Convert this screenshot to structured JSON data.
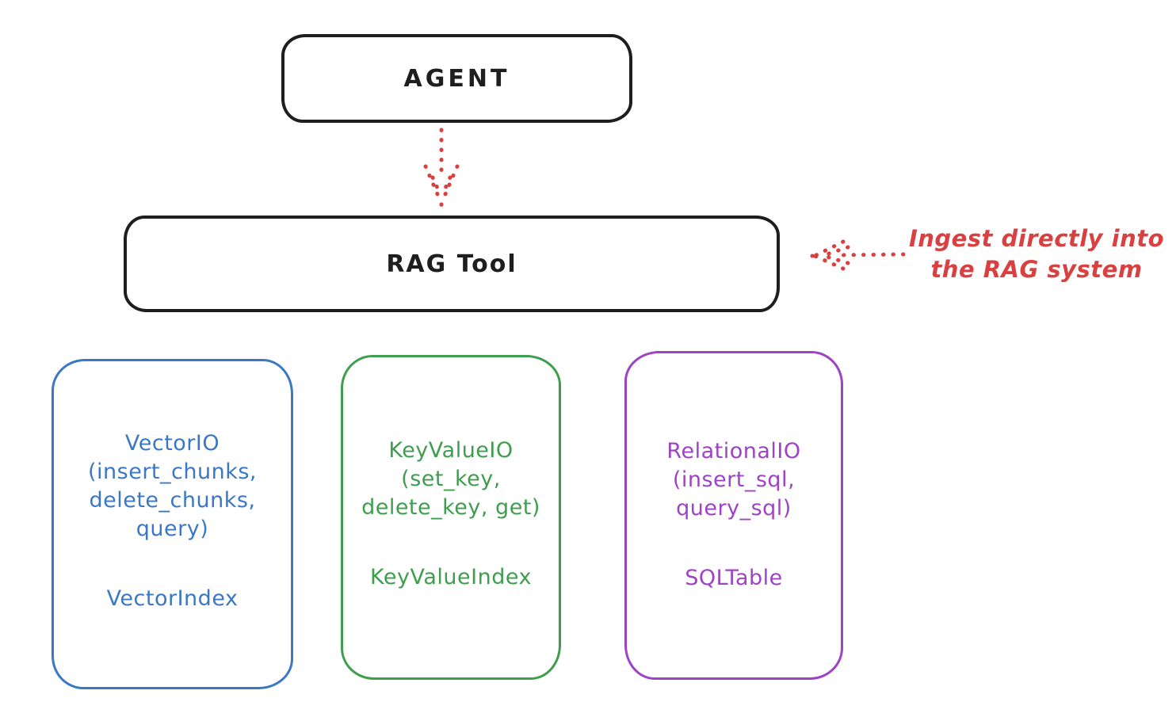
{
  "diagram": {
    "agent": {
      "label": "AGENT"
    },
    "rag_tool": {
      "label": "RAG Tool"
    },
    "annotation": {
      "line1": "Ingest directly into",
      "line2": "the RAG system"
    },
    "arrows": [
      {
        "name": "agent-to-rag-tool",
        "direction": "down",
        "style": "dotted"
      },
      {
        "name": "annotation-to-rag-tool",
        "direction": "left",
        "style": "dotted"
      }
    ],
    "backends": [
      {
        "io_text": "VectorIO\n(insert_chunks,\ndelete_chunks,\nquery)",
        "index_text": "VectorIndex",
        "color": "#3b78c4"
      },
      {
        "io_text": "KeyValueIO\n(set_key,\ndelete_key, get)",
        "index_text": "KeyValueIndex",
        "color": "#3f9e4e"
      },
      {
        "io_text": "RelationalIO\n(insert_sql,\nquery_sql)",
        "index_text": "SQLTable",
        "color": "#9d43c4"
      }
    ],
    "colors": {
      "ink": "#1e1e1e",
      "red": "#d94040",
      "background": "#ffffff"
    }
  }
}
